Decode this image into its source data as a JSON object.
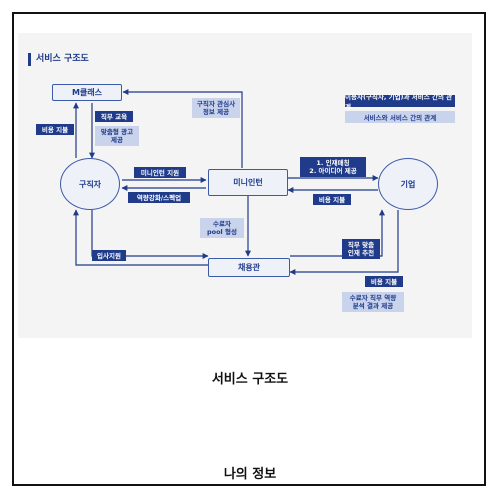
{
  "slide": {
    "title": "서비스 구조도",
    "nodes": {
      "mclass": "M클래스",
      "jobseeker": "구직자",
      "miniintern": "미니인턴",
      "company": "기업",
      "employment": "채용관"
    },
    "edge_labels": {
      "cost_support_left": "비용 지불",
      "job_education": "직무 교육",
      "custom_ad": "맞춤형 광고\n제공",
      "jobseeker_interest": "구직자 관심사\n정보 제공",
      "miniintern_support": "미니인턴 지원",
      "capability": "역량강화/스펙업",
      "talent_matching": "1. 인재매칭\n2. 아이디어 제공",
      "cost_support_right": "비용 지불",
      "graduate_pool": "수료자\npool 형성",
      "job_apply": "입사지원",
      "job_fit": "직무 맞춤\n인재 추천",
      "cost_support_bottom": "비용 지불",
      "result_analysis": "수료자 직무 역량\n분석 결과 제공"
    },
    "legend": {
      "dark": "이용자(구직자, 기업)과 서비스 간의 관계",
      "light": "서비스와 서비스 간의 관계"
    },
    "colors": {
      "dark": "#1f3b8a",
      "light": "#c9d3ec",
      "node_border": "#3b5aa8"
    }
  },
  "caption_main": "서비스 구조도",
  "caption_bottom": "나의 정보"
}
